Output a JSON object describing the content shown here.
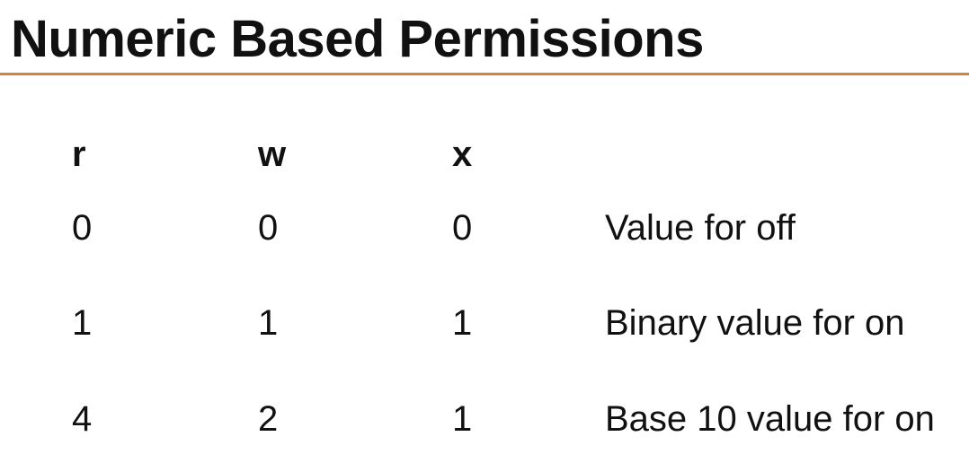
{
  "slide": {
    "title": "Numeric Based Permissions",
    "accent_color": "#d4843c"
  },
  "table": {
    "headers": [
      "r",
      "w",
      "x"
    ],
    "rows": [
      {
        "r": "0",
        "w": "0",
        "x": "0",
        "description": "Value for off"
      },
      {
        "r": "1",
        "w": "1",
        "x": "1",
        "description": "Binary value for on"
      },
      {
        "r": "4",
        "w": "2",
        "x": "1",
        "description": "Base 10 value for on"
      }
    ]
  }
}
